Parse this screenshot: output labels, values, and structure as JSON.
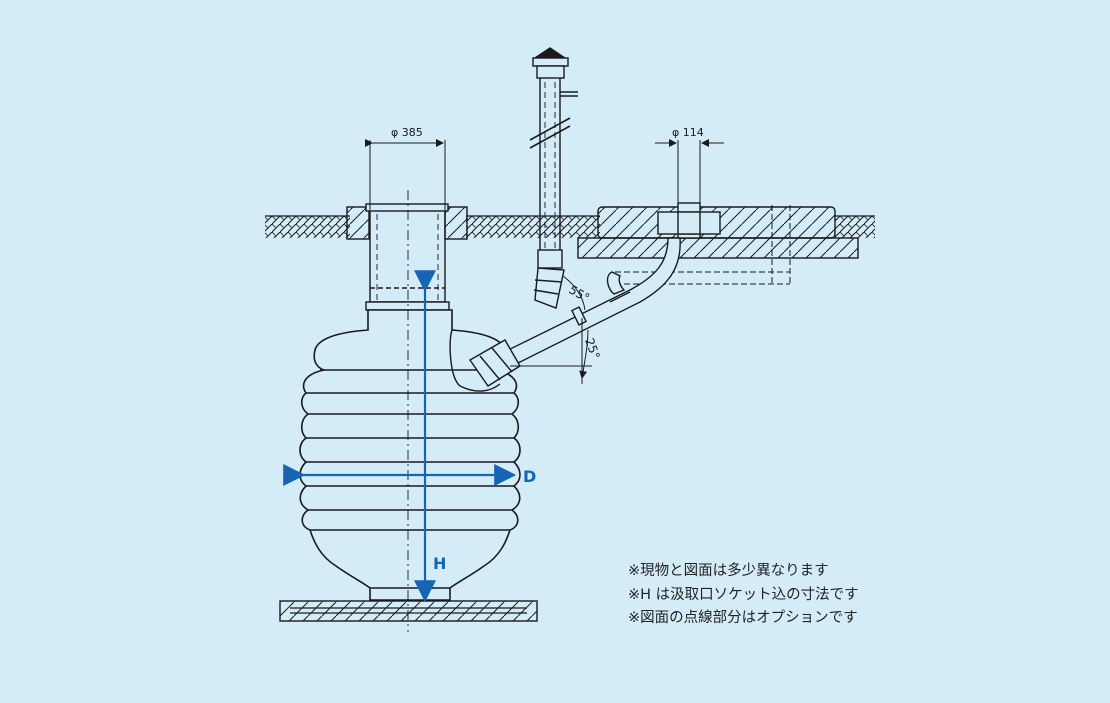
{
  "dimensions": {
    "top_diameter": "φ 385",
    "pipe_diameter": "φ 114",
    "angle_upper": "55°",
    "angle_lower": "25°",
    "tank_diameter_label": "D",
    "tank_height_label": "H"
  },
  "notes": [
    "※現物と図面は多少異なります",
    "※H は汲取口ソケット込の寸法です",
    "※図面の点線部分はオプションです"
  ],
  "colors": {
    "background": "#d4ecf7",
    "line": "#1a1a1a",
    "dimension_blue": "#1565b4"
  }
}
